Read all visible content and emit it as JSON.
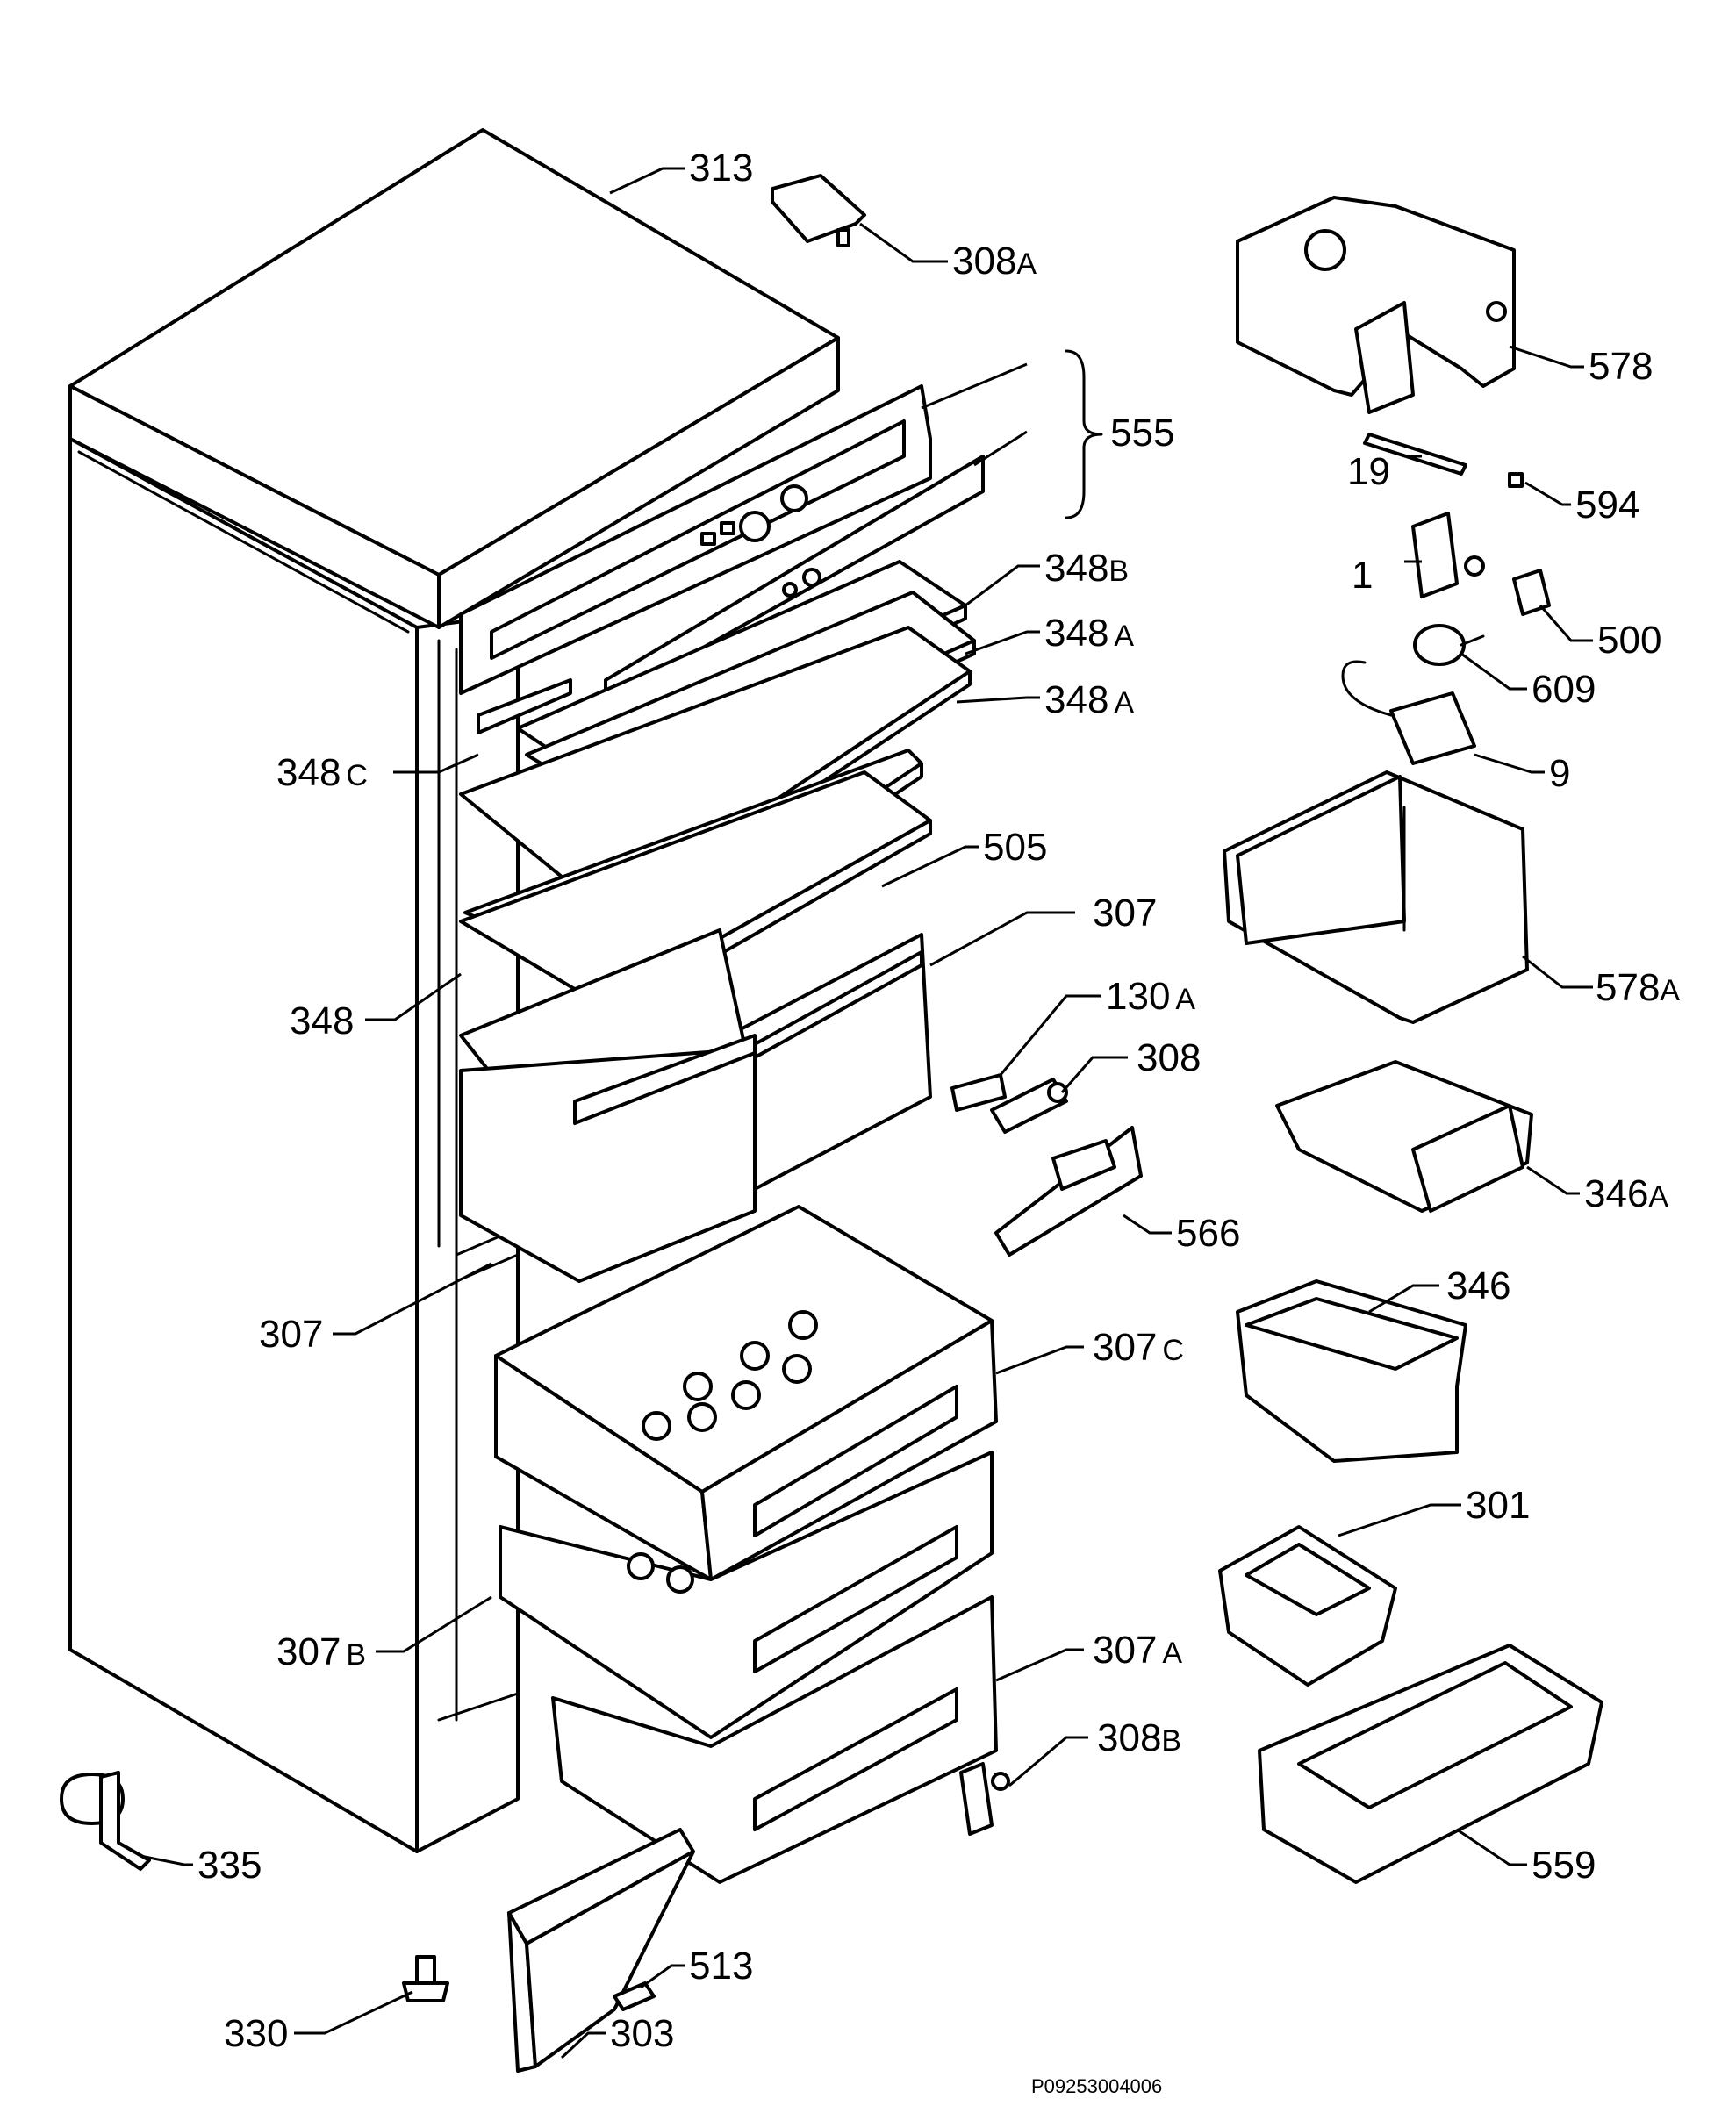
{
  "drawing_code": "P09253004006",
  "labels": {
    "l313": {
      "num": "313",
      "suffix": ""
    },
    "l308a": {
      "num": "308",
      "suffix": "A"
    },
    "l578": {
      "num": "578",
      "suffix": ""
    },
    "l555": {
      "num": "555",
      "suffix": ""
    },
    "l19": {
      "num": "19",
      "suffix": ""
    },
    "l594": {
      "num": "594",
      "suffix": ""
    },
    "l1": {
      "num": "1",
      "suffix": ""
    },
    "l500": {
      "num": "500",
      "suffix": ""
    },
    "l348b": {
      "num": "348",
      "suffix": "B"
    },
    "l348a1": {
      "num": "348",
      "suffix": "A"
    },
    "l348a2": {
      "num": "348",
      "suffix": "A"
    },
    "l609": {
      "num": "609",
      "suffix": ""
    },
    "l348c": {
      "num": "348",
      "suffix": "C"
    },
    "l9": {
      "num": "9",
      "suffix": ""
    },
    "l505": {
      "num": "505",
      "suffix": ""
    },
    "l307": {
      "num": "307",
      "suffix": ""
    },
    "l578a": {
      "num": "578",
      "suffix": "A"
    },
    "l348": {
      "num": "348",
      "suffix": ""
    },
    "l130a": {
      "num": "130",
      "suffix": "A"
    },
    "l308": {
      "num": "308",
      "suffix": ""
    },
    "l346a": {
      "num": "346",
      "suffix": "A"
    },
    "l566": {
      "num": "566",
      "suffix": ""
    },
    "l346": {
      "num": "346",
      "suffix": ""
    },
    "l307low": {
      "num": "307",
      "suffix": ""
    },
    "l307c": {
      "num": "307",
      "suffix": "C"
    },
    "l301": {
      "num": "301",
      "suffix": ""
    },
    "l307b": {
      "num": "307",
      "suffix": "B"
    },
    "l307a": {
      "num": "307",
      "suffix": "A"
    },
    "l308b": {
      "num": "308",
      "suffix": "B"
    },
    "l335": {
      "num": "335",
      "suffix": ""
    },
    "l559": {
      "num": "559",
      "suffix": ""
    },
    "l513": {
      "num": "513",
      "suffix": ""
    },
    "l330": {
      "num": "330",
      "suffix": ""
    },
    "l303": {
      "num": "303",
      "suffix": ""
    }
  }
}
